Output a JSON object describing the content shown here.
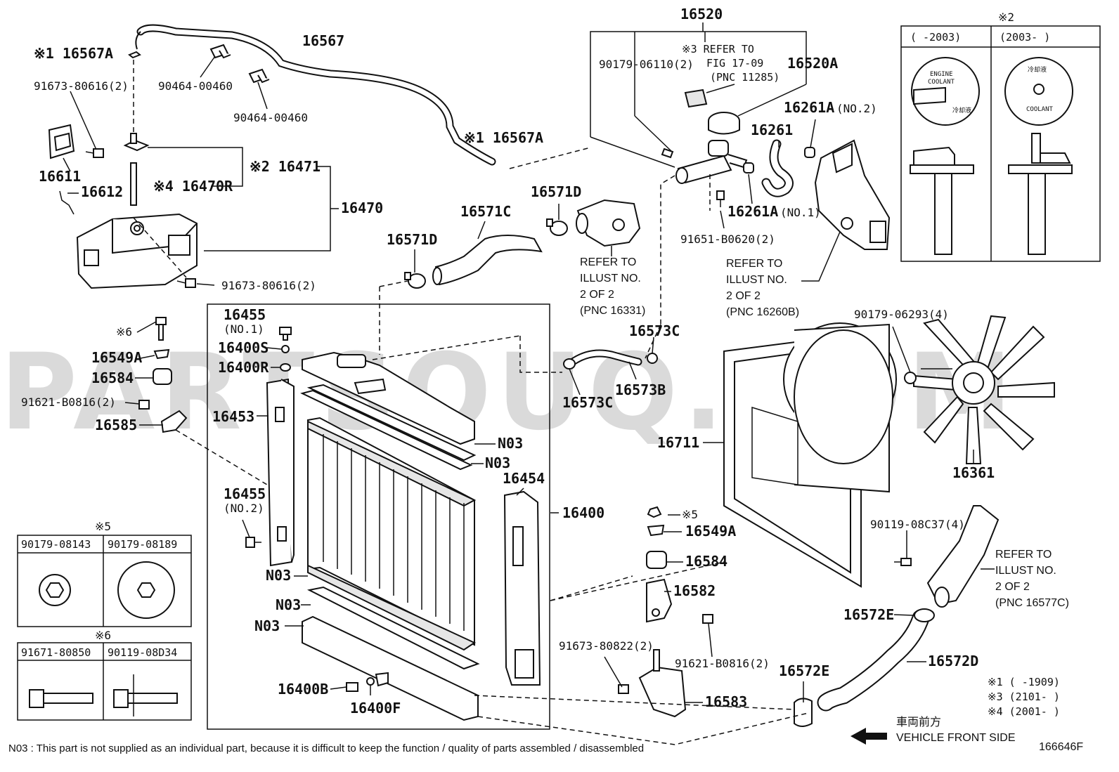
{
  "watermark": "PARTSOUQ.COM",
  "diagram_code": "166646F",
  "footnote": "N03 : This part is not supplied as an individual part, because it is difficult to keep the function / quality of parts assembled / disassembled",
  "direction": {
    "jp": "車両前方",
    "en": "VEHICLE FRONT SIDE"
  },
  "legend": {
    "n1": "※1 (      -1909)",
    "n3": "※3 (2101-      )",
    "n4": "※4 (2001-      )"
  },
  "cap_box": {
    "title": "※2",
    "col1": "(      -2003)",
    "col2": "(2003-      )",
    "cap_text_1": "ENGINE",
    "cap_text_2": "COOLANT",
    "cap_text_3": "冷却液",
    "cap2_text_1": "冷却液",
    "cap2_text_2": "COOLANT"
  },
  "box5": {
    "title": "※5",
    "col1": "90179-08143",
    "col2": "90179-08189"
  },
  "box6": {
    "title": "※6",
    "col1": "91671-80850",
    "col2": "90119-08D34"
  },
  "refs": {
    "r16520": {
      "l1": "※3 REFER TO",
      "l2": "FIG 17-09",
      "l3": "(PNC 11285)"
    },
    "r16331": {
      "l1": "REFER TO",
      "l2": "ILLUST NO.",
      "l3": "2 OF 2",
      "l4": "(PNC 16331)"
    },
    "r16260": {
      "l1": "REFER TO",
      "l2": "ILLUST NO.",
      "l3": "2 OF 2",
      "l4": "(PNC 16260B)"
    },
    "r16577": {
      "l1": "REFER TO",
      "l2": "ILLUST NO.",
      "l3": "2 OF 2",
      "l4": "(PNC 16577C)"
    }
  },
  "labels": {
    "p16567": "16567",
    "p16567A_top": "※1 16567A",
    "p91673_80616_top": "91673-80616(2)",
    "p90464_a": "90464-00460",
    "p90464_b": "90464-00460",
    "p16611": "16611",
    "p16612": "16612",
    "p16470R": "※4 16470R",
    "p16471": "※2 16471",
    "p16470": "16470",
    "p91673_80616_bot": "91673-80616(2)",
    "p16567A_mid": "※1 16567A",
    "p16520": "16520",
    "p90179_06110": "90179-06110(2)",
    "p16520A": "16520A",
    "p16261A_no2": "16261A",
    "p16261A_no2_sub": "(NO.2)",
    "p16261": "16261",
    "p16261A_no1": "16261A",
    "p16261A_no1_sub": "(NO.1)",
    "p91651": "91651-B0620(2)",
    "p16571D_a": "16571D",
    "p16571C": "16571C",
    "p16571D_b": "16571D",
    "p16455_no1": "16455",
    "p16455_no1_sub": "(NO.1)",
    "p16400S": "16400S",
    "p16400R": "16400R",
    "p16573C_a": "16573C",
    "p16573C_b": "16573C",
    "p16573B": "16573B",
    "p6_note": "※6",
    "p16549A_left": "16549A",
    "p16584_left": "16584",
    "p91621_left": "91621-B0816(2)",
    "p16585": "16585",
    "p16453": "16453",
    "pN03_1": "N03",
    "pN03_2": "N03",
    "p16454": "16454",
    "p16400": "16400",
    "p16455_no2": "16455",
    "p16455_no2_sub": "(NO.2)",
    "pN03_3": "N03",
    "pN03_4": "N03",
    "pN03_5": "N03",
    "p16400B": "16400B",
    "p16400F": "16400F",
    "p5_note": "※5",
    "p16549A_mid": "16549A",
    "p16584_mid": "16584",
    "p16582": "16582",
    "p91673_80822": "91673-80822(2)",
    "p91621_mid": "91621-B0816(2)",
    "p16583": "16583",
    "p16711": "16711",
    "p90179_06293": "90179-06293(4)",
    "p16361": "16361",
    "p90119_08C37": "90119-08C37(4)",
    "p16572E_a": "16572E",
    "p16572D": "16572D",
    "p16572E_b": "16572E"
  }
}
